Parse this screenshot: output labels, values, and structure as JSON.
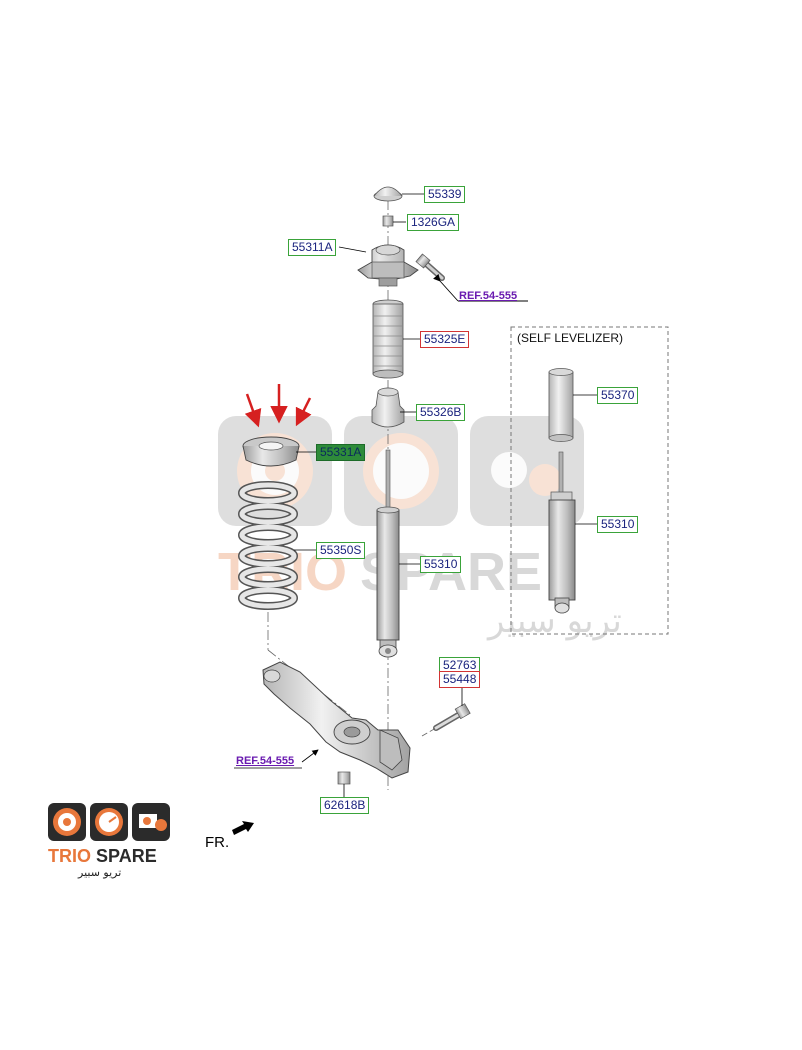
{
  "labels": {
    "p55339": "55339",
    "p1326ga": "1326GA",
    "p55311a": "55311A",
    "ref_top": "REF.54-555",
    "p55325e": "55325E",
    "self_levelizer": "(SELF LEVELIZER)",
    "p55370": "55370",
    "p55326b": "55326B",
    "p55331a": "55331A",
    "p55310_right": "55310",
    "p55350s": "55350S",
    "p55310_main": "55310",
    "p52763": "52763",
    "p55448": "55448",
    "ref_bottom": "REF.54-555",
    "p62618b": "62618B",
    "fr": "FR."
  },
  "watermark": {
    "brand_latin_1": "TRIO",
    "brand_latin_2": "SPARE",
    "brand_arabic": "تريو سبير"
  },
  "logo": {
    "brand_latin_1": "TRIO",
    "brand_latin_2": "SPARE",
    "brand_arabic": "تريو سبير"
  },
  "colors": {
    "label_border_green": "#3aa33a",
    "label_border_red": "#d23434",
    "label_text": "#1a237e",
    "highlight_fill": "#2e8b3a",
    "ref_text": "#6a1bb0",
    "arrow_red": "#d62020",
    "brand_orange": "#e8773b"
  },
  "icons": {
    "logo_icons": [
      "speaker-icon",
      "speedometer-icon",
      "engine-icon"
    ],
    "fr_arrow": "front-direction-arrow-icon",
    "highlight_arrows": "red-arrow-icon"
  }
}
